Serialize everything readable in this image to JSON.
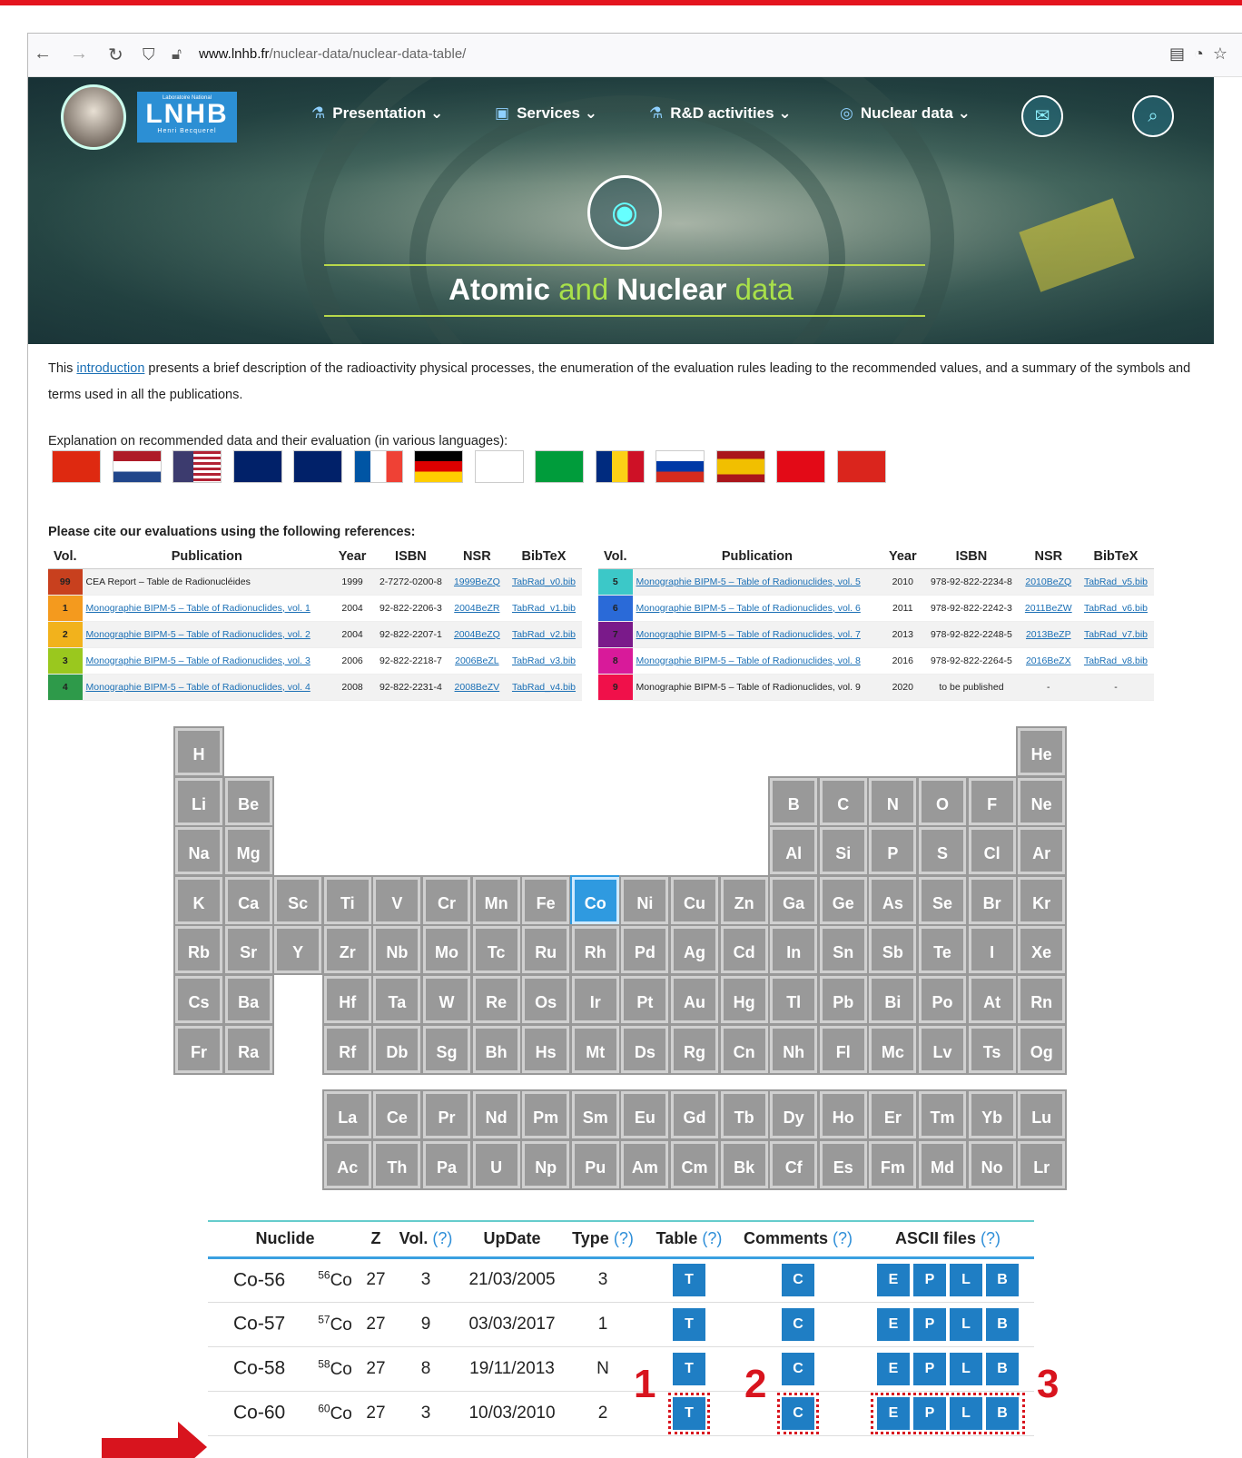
{
  "browser": {
    "url_host": "www.lnhb.fr",
    "url_path": "/nuclear-data/nuclear-data-table/",
    "back_icon": "arrow-left-icon",
    "forward_icon": "arrow-right-icon",
    "reload_icon": "reload-icon"
  },
  "header": {
    "logo_top": "Laboratoire National",
    "logo_main": "LNHB",
    "logo_sub": "Henri Becquerel",
    "menu": [
      {
        "label": "Presentation",
        "icon": "flask-icon"
      },
      {
        "label": "Services",
        "icon": "briefcase-icon"
      },
      {
        "label": "R&D activities",
        "icon": "flask-icon"
      },
      {
        "label": "Nuclear data",
        "icon": "atom-icon"
      }
    ],
    "title_a": "Atomic",
    "title_b": "and",
    "title_c": "Nuclear",
    "title_d": "data"
  },
  "intro": {
    "before": "This ",
    "link": "introduction",
    "after": " presents a brief description of the radioactivity physical processes, the enumeration of the evaluation rules leading to the recommended values, and a summary of the symbols and terms used in all the publications."
  },
  "explain": "Explanation on recommended data and their evaluation (in various languages):",
  "flags": [
    "china",
    "netherlands",
    "usa",
    "australia",
    "uk",
    "france",
    "germany",
    "korea",
    "brazil",
    "romania",
    "russia",
    "spain",
    "turkey",
    "vietnam"
  ],
  "cite": "Please cite our evaluations using the following references:",
  "ref_headers": [
    "Vol.",
    "Publication",
    "Year",
    "ISBN",
    "NSR",
    "BibTeX"
  ],
  "refs_left": [
    {
      "vol": "99",
      "color": "#c8401e",
      "pub": "CEA Report – Table de Radionucléides",
      "link": false,
      "year": "1999",
      "isbn": "2-7272-0200-8",
      "nsr": "1999BeZQ",
      "bib": "TabRad_v0.bib"
    },
    {
      "vol": "1",
      "color": "#f49a1e",
      "pub": "Monographie BIPM-5 – Table of Radionuclides, vol. 1",
      "link": true,
      "year": "2004",
      "isbn": "92-822-2206-3",
      "nsr": "2004BeZR",
      "bib": "TabRad_v1.bib"
    },
    {
      "vol": "2",
      "color": "#f2b21c",
      "pub": "Monographie BIPM-5 – Table of Radionuclides, vol. 2",
      "link": true,
      "year": "2004",
      "isbn": "92-822-2207-1",
      "nsr": "2004BeZQ",
      "bib": "TabRad_v2.bib"
    },
    {
      "vol": "3",
      "color": "#9ac81e",
      "pub": "Monographie BIPM-5 – Table of Radionuclides, vol. 3",
      "link": true,
      "year": "2006",
      "isbn": "92-822-2218-7",
      "nsr": "2006BeZL",
      "bib": "TabRad_v3.bib"
    },
    {
      "vol": "4",
      "color": "#2e9a4a",
      "pub": "Monographie BIPM-5 – Table of Radionuclides, vol. 4",
      "link": true,
      "year": "2008",
      "isbn": "92-822-2231-4",
      "nsr": "2008BeZV",
      "bib": "TabRad_v4.bib"
    }
  ],
  "refs_right": [
    {
      "vol": "5",
      "color": "#3cc8c8",
      "pub": "Monographie BIPM-5 – Table of Radionuclides, vol. 5",
      "link": true,
      "year": "2010",
      "isbn": "978-92-822-2234-8",
      "nsr": "2010BeZQ",
      "bib": "TabRad_v5.bib"
    },
    {
      "vol": "6",
      "color": "#2a6ad8",
      "pub": "Monographie BIPM-5 – Table of Radionuclides, vol. 6",
      "link": true,
      "year": "2011",
      "isbn": "978-92-822-2242-3",
      "nsr": "2011BeZW",
      "bib": "TabRad_v6.bib"
    },
    {
      "vol": "7",
      "color": "#7a1a8a",
      "pub": "Monographie BIPM-5 – Table of Radionuclides, vol. 7",
      "link": true,
      "year": "2013",
      "isbn": "978-92-822-2248-5",
      "nsr": "2013BeZP",
      "bib": "TabRad_v7.bib"
    },
    {
      "vol": "8",
      "color": "#d81a9a",
      "pub": "Monographie BIPM-5 – Table of Radionuclides, vol. 8",
      "link": true,
      "year": "2016",
      "isbn": "978-92-822-2264-5",
      "nsr": "2016BeZX",
      "bib": "TabRad_v8.bib"
    },
    {
      "vol": "9",
      "color": "#f0104a",
      "pub": "Monographie BIPM-5 – Table of Radionuclides, vol. 9",
      "link": false,
      "year": "2020",
      "isbn": "to be published",
      "nsr": "-",
      "bib": "-"
    }
  ],
  "elements": {
    "main": [
      [
        [
          1,
          "H"
        ],
        [
          18,
          "He"
        ]
      ],
      [
        [
          1,
          "Li"
        ],
        [
          2,
          "Be"
        ],
        [
          13,
          "B"
        ],
        [
          14,
          "C"
        ],
        [
          15,
          "N"
        ],
        [
          16,
          "O"
        ],
        [
          17,
          "F"
        ],
        [
          18,
          "Ne"
        ]
      ],
      [
        [
          1,
          "Na"
        ],
        [
          2,
          "Mg"
        ],
        [
          13,
          "Al"
        ],
        [
          14,
          "Si"
        ],
        [
          15,
          "P"
        ],
        [
          16,
          "S"
        ],
        [
          17,
          "Cl"
        ],
        [
          18,
          "Ar"
        ]
      ],
      [
        [
          1,
          "K"
        ],
        [
          2,
          "Ca"
        ],
        [
          3,
          "Sc"
        ],
        [
          4,
          "Ti"
        ],
        [
          5,
          "V"
        ],
        [
          6,
          "Cr"
        ],
        [
          7,
          "Mn"
        ],
        [
          8,
          "Fe"
        ],
        [
          9,
          "Co"
        ],
        [
          10,
          "Ni"
        ],
        [
          11,
          "Cu"
        ],
        [
          12,
          "Zn"
        ],
        [
          13,
          "Ga"
        ],
        [
          14,
          "Ge"
        ],
        [
          15,
          "As"
        ],
        [
          16,
          "Se"
        ],
        [
          17,
          "Br"
        ],
        [
          18,
          "Kr"
        ]
      ],
      [
        [
          1,
          "Rb"
        ],
        [
          2,
          "Sr"
        ],
        [
          3,
          "Y"
        ],
        [
          4,
          "Zr"
        ],
        [
          5,
          "Nb"
        ],
        [
          6,
          "Mo"
        ],
        [
          7,
          "Tc"
        ],
        [
          8,
          "Ru"
        ],
        [
          9,
          "Rh"
        ],
        [
          10,
          "Pd"
        ],
        [
          11,
          "Ag"
        ],
        [
          12,
          "Cd"
        ],
        [
          13,
          "In"
        ],
        [
          14,
          "Sn"
        ],
        [
          15,
          "Sb"
        ],
        [
          16,
          "Te"
        ],
        [
          17,
          "I"
        ],
        [
          18,
          "Xe"
        ]
      ],
      [
        [
          1,
          "Cs"
        ],
        [
          2,
          "Ba"
        ],
        [
          4,
          "Hf"
        ],
        [
          5,
          "Ta"
        ],
        [
          6,
          "W"
        ],
        [
          7,
          "Re"
        ],
        [
          8,
          "Os"
        ],
        [
          9,
          "Ir"
        ],
        [
          10,
          "Pt"
        ],
        [
          11,
          "Au"
        ],
        [
          12,
          "Hg"
        ],
        [
          13,
          "Tl"
        ],
        [
          14,
          "Pb"
        ],
        [
          15,
          "Bi"
        ],
        [
          16,
          "Po"
        ],
        [
          17,
          "At"
        ],
        [
          18,
          "Rn"
        ]
      ],
      [
        [
          1,
          "Fr"
        ],
        [
          2,
          "Ra"
        ],
        [
          4,
          "Rf"
        ],
        [
          5,
          "Db"
        ],
        [
          6,
          "Sg"
        ],
        [
          7,
          "Bh"
        ],
        [
          8,
          "Hs"
        ],
        [
          9,
          "Mt"
        ],
        [
          10,
          "Ds"
        ],
        [
          11,
          "Rg"
        ],
        [
          12,
          "Cn"
        ],
        [
          13,
          "Nh"
        ],
        [
          14,
          "Fl"
        ],
        [
          15,
          "Mc"
        ],
        [
          16,
          "Lv"
        ],
        [
          17,
          "Ts"
        ],
        [
          18,
          "Og"
        ]
      ]
    ],
    "lanthanides": [
      "La",
      "Ce",
      "Pr",
      "Nd",
      "Pm",
      "Sm",
      "Eu",
      "Gd",
      "Tb",
      "Dy",
      "Ho",
      "Er",
      "Tm",
      "Yb",
      "Lu"
    ],
    "actinides": [
      "Ac",
      "Th",
      "Pa",
      "U",
      "Np",
      "Pu",
      "Am",
      "Cm",
      "Bk",
      "Cf",
      "Es",
      "Fm",
      "Md",
      "No",
      "Lr"
    ],
    "selected": "Co"
  },
  "nuclide_table": {
    "headers": {
      "nuclide": "Nuclide",
      "z": "Z",
      "vol": "Vol.",
      "update": "UpDate",
      "type": "Type",
      "table": "Table",
      "comments": "Comments",
      "ascii": "ASCII files",
      "q": "(?)"
    },
    "rows": [
      {
        "name": "Co-56",
        "mass": "56",
        "el": "Co",
        "z": "27",
        "vol": "3",
        "date": "21/03/2005",
        "type": "3"
      },
      {
        "name": "Co-57",
        "mass": "57",
        "el": "Co",
        "z": "27",
        "vol": "9",
        "date": "03/03/2017",
        "type": "1"
      },
      {
        "name": "Co-58",
        "mass": "58",
        "el": "Co",
        "z": "27",
        "vol": "8",
        "date": "19/11/2013",
        "type": "N"
      },
      {
        "name": "Co-60",
        "mass": "60",
        "el": "Co",
        "z": "27",
        "vol": "3",
        "date": "10/03/2010",
        "type": "2"
      }
    ],
    "btn_t": "T",
    "btn_c": "C",
    "ascii_btns": [
      "E",
      "P",
      "L",
      "B"
    ]
  },
  "annotations": {
    "n1": "1",
    "n2": "2",
    "n3": "3"
  }
}
